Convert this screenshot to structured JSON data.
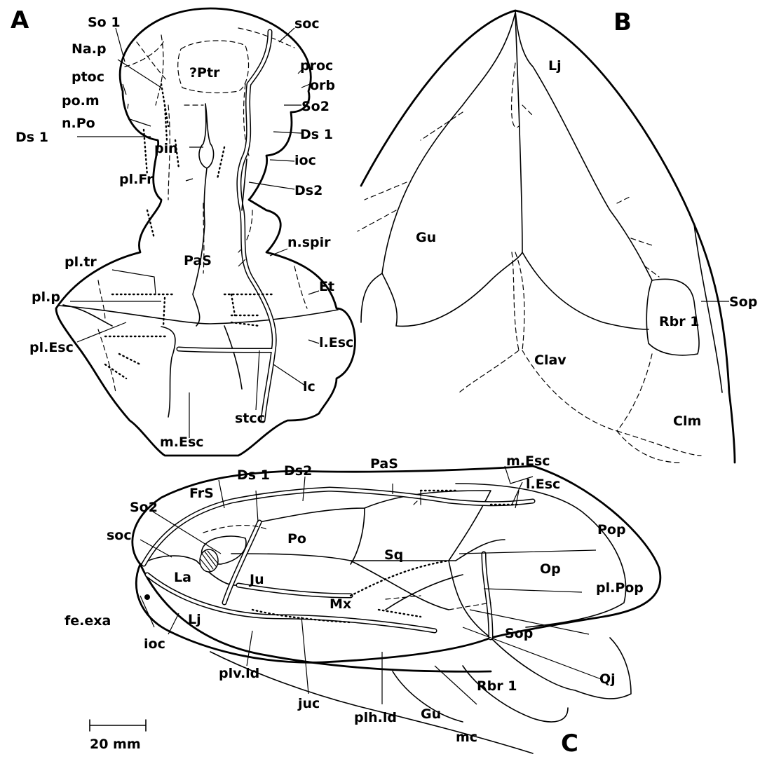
{
  "panels": {
    "a": "A",
    "b": "B",
    "c": "C"
  },
  "labels_a": {
    "so1": "So 1",
    "nap": "Na.p",
    "ptoc": "ptoc",
    "pom": "po.m",
    "npo": "n.Po",
    "ds1_left": "Ds 1",
    "pin": "pin",
    "plfr": "pl.Fr",
    "ptr": "?Ptr",
    "soc": "soc",
    "proc": "proc",
    "orb": "orb",
    "so2": "So2",
    "ds1_right": "Ds 1",
    "ioc": "ioc",
    "ds2": "Ds2",
    "nspir": "n.spir",
    "pas": "PaS",
    "pltr": "pl.tr",
    "plp": "pl.p",
    "et": "Et",
    "plesc": "pl.Esc",
    "lesc": "l.Esc",
    "lc": "lc",
    "stcc": "stcc",
    "mesc": "m.Esc"
  },
  "labels_b": {
    "lj": "Lj",
    "gu": "Gu",
    "sop": "Sop",
    "rbr1": "Rbr 1",
    "clav": "Clav",
    "clm": "Clm"
  },
  "labels_c": {
    "mesc": "m.Esc",
    "pas": "PaS",
    "ds2": "Ds2",
    "ds1": "Ds 1",
    "frs": "FrS",
    "lesc": "l.Esc",
    "so2": "So2",
    "soc": "soc",
    "po": "Po",
    "sq": "Sq",
    "pop": "Pop",
    "op": "Op",
    "la": "La",
    "ju": "Ju",
    "plpop": "pl.Pop",
    "feexa": "fe.exa",
    "lj": "Lj",
    "mx": "Mx",
    "ioc": "ioc",
    "sop": "Sop",
    "qj": "Qj",
    "rbr1": "Rbr 1",
    "plvld": "plv.ld",
    "juc": "juc",
    "gu": "Gu",
    "plhld": "plh.ld",
    "mc": "mc"
  },
  "scale_bar": {
    "label": "20 mm"
  }
}
